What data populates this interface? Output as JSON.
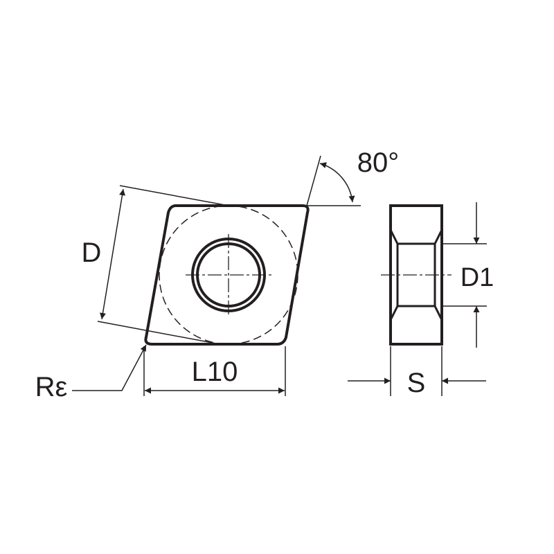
{
  "labels": {
    "d": "D",
    "angle": "80°",
    "d1": "D1",
    "l10": "L10",
    "s": "S",
    "r_epsilon": "Rε"
  },
  "colors": {
    "ink": "#231f20",
    "background": "#ffffff"
  }
}
